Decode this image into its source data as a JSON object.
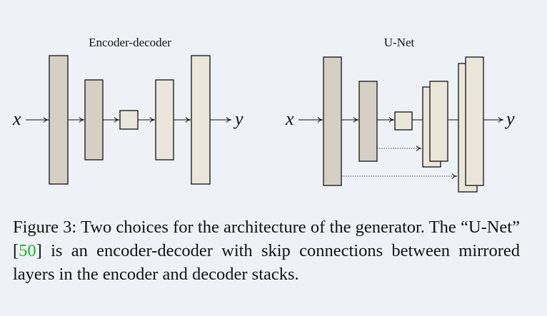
{
  "figure": {
    "left_title": "Encoder-decoder",
    "right_title": "U-Net",
    "input_symbol": "x",
    "output_symbol": "y",
    "colors": {
      "encoder_fill": "#d5d0c3",
      "decoder_fill": "#eae7da",
      "citation": "#22b322"
    }
  },
  "caption": {
    "part1": "Figure 3: Two choices for the architecture of the generator. The “U-Net” [",
    "citation": "50",
    "part2": "] is an encoder-decoder with skip connections between mirrored layers in the encoder and decoder stacks."
  }
}
